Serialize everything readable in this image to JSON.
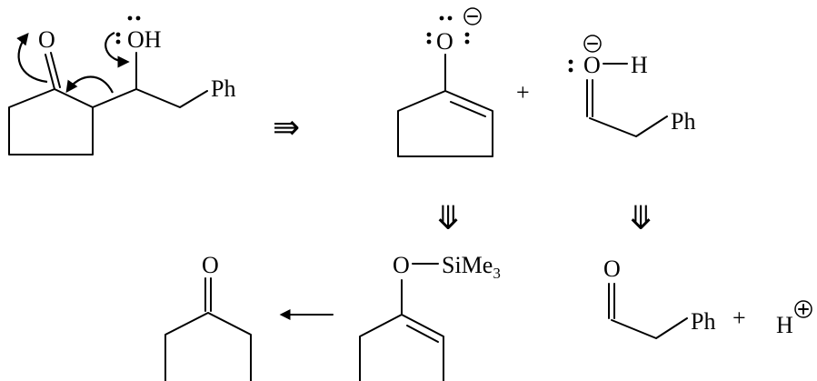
{
  "labels": {
    "o": "O",
    "oh": "OH",
    "ph": "Ph",
    "h": "H",
    "plus": "+",
    "o_si": "O",
    "si_me": "SiMe",
    "si_sub": "3"
  },
  "symbols": {
    "retro_arrow": "⇛",
    "retro_arrow_down": "⤋",
    "minus": "−",
    "plus_charge": "+"
  },
  "colors": {
    "ink": "#000000",
    "background": "#ffffff"
  }
}
